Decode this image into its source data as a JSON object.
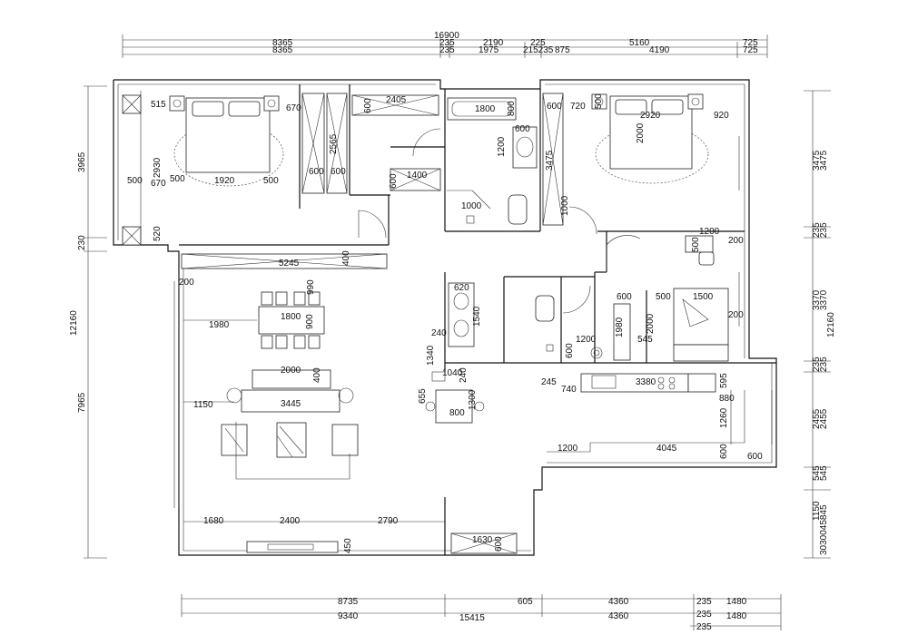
{
  "top_dims": {
    "row1": [
      "16900"
    ],
    "row2": [
      "8365",
      "235",
      "2190",
      "225",
      "5160",
      "725"
    ],
    "row3": [
      "8365",
      "235",
      "1975",
      "215235",
      "875",
      "4190",
      "725"
    ]
  },
  "bottom_dims": {
    "row1": [
      "8735",
      "605",
      "4360",
      "235",
      "1480"
    ],
    "row2": [
      "9340",
      "15415",
      "4360",
      "235",
      "1480"
    ],
    "row3": [
      "235"
    ]
  },
  "left_dims": [
    "3965",
    "230",
    "12160",
    "7965"
  ],
  "right_dims": [
    "3475",
    "3475",
    "235",
    "235",
    "3370",
    "3370",
    "12160",
    "235",
    "235",
    "2455",
    "2455",
    "545",
    "545",
    "1150",
    "3030045845"
  ],
  "room_dims": {
    "master": [
      "515",
      "670",
      "2930",
      "670",
      "500",
      "500",
      "1920",
      "500",
      "520"
    ],
    "closet": [
      "2405",
      "600",
      "2565",
      "600",
      "600",
      "1400",
      "600"
    ],
    "bath1": [
      "1800",
      "800",
      "600",
      "1200",
      "1000"
    ],
    "bedroom2": [
      "600",
      "720",
      "500",
      "2920",
      "920",
      "3475",
      "2000",
      "1000"
    ],
    "study": [
      "1200",
      "500",
      "200",
      "600",
      "500",
      "1500",
      "1980",
      "2000",
      "200",
      "545",
      "1200",
      "600"
    ],
    "living": [
      "200",
      "5245",
      "400",
      "990",
      "1980",
      "1800",
      "900",
      "2000",
      "400",
      "1150",
      "3445",
      "1680",
      "2400",
      "2790",
      "450",
      "1630",
      "600"
    ],
    "bath2": [
      "620",
      "240",
      "1540",
      "1340",
      "1040",
      "240",
      "655",
      "1300",
      "800"
    ],
    "kitchen": [
      "245",
      "740",
      "3380",
      "595",
      "880",
      "1260",
      "1200",
      "4045",
      "600",
      "600"
    ]
  }
}
